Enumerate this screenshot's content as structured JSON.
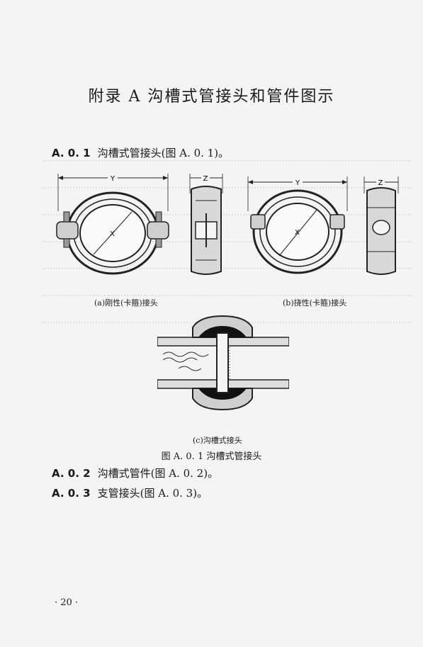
{
  "heading": "附录 A   沟槽式管接头和管件图示",
  "sections": [
    {
      "num": "A. 0. 1",
      "text": "沟槽式管接头(图 A. 0. 1)。"
    },
    {
      "num": "A. 0. 2",
      "text": "沟槽式管件(图 A. 0. 2)。"
    },
    {
      "num": "A. 0. 3",
      "text": "支管接头(图 A. 0. 3)。"
    }
  ],
  "figure": {
    "caption": "图 A. 0. 1    沟槽式管接头",
    "dimension_labels": {
      "y": "Y",
      "z": "Z",
      "x": "X"
    },
    "subcaptions": {
      "a": "(a)刚性(卡箍)接头",
      "b": "(b)挠性(卡箍)接头",
      "c": "(c)沟槽式接头"
    }
  },
  "page_number": "· 20 ·"
}
